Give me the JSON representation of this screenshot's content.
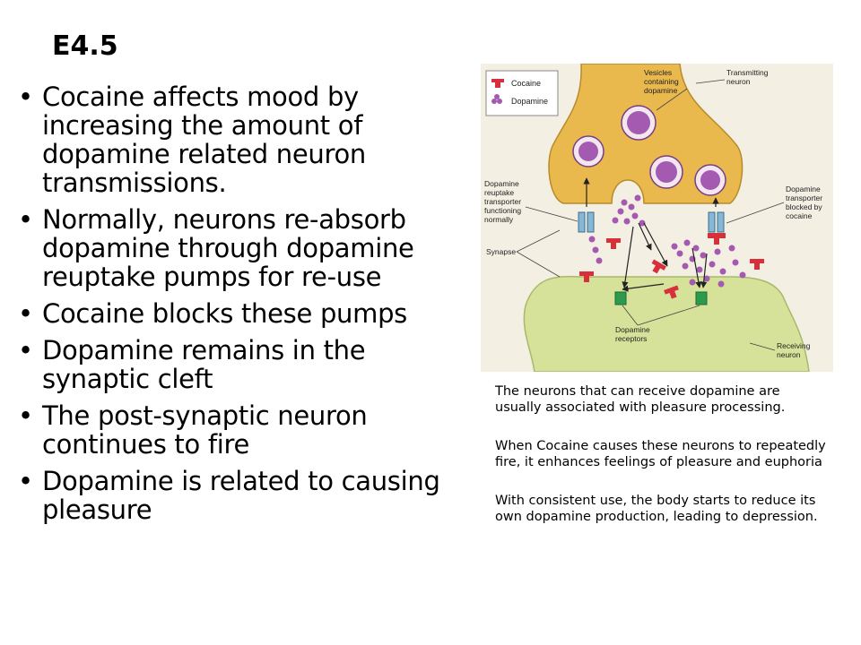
{
  "slide": {
    "title": "E4.5",
    "bullets": [
      "Cocaine affects mood by increasing the amount of dopamine related neuron transmissions.",
      "Normally, neurons re-absorb dopamine through dopamine reuptake pumps for re-use",
      "Cocaine blocks these pumps",
      "Dopamine remains in the synaptic cleft",
      "The post-synaptic neuron continues to fire",
      "Dopamine is related to causing pleasure"
    ],
    "notes": [
      "The neurons that can receive dopamine are usually associated with pleasure processing.",
      "When Cocaine causes these neurons to repeatedly fire, it enhances feelings of pleasure and euphoria",
      "With consistent use, the body starts to reduce its own dopamine production, leading to depression."
    ]
  },
  "diagram": {
    "legend": {
      "cocaine": "Cocaine",
      "dopamine": "Dopamine"
    },
    "labels": {
      "vesicles": [
        "Vesicles",
        "containing",
        "dopamine"
      ],
      "transmitting": [
        "Transmitting",
        "neuron"
      ],
      "reuptake_normal": [
        "Dopamine",
        "reuptake",
        "transporter",
        "functioning",
        "normally"
      ],
      "transporter_blocked": [
        "Dopamine",
        "transporter",
        "blocked by",
        "cocaine"
      ],
      "synapse": "Synapse",
      "receptors": [
        "Dopamine",
        "receptors"
      ],
      "receiving": [
        "Receiving",
        "neuron"
      ]
    },
    "colors": {
      "transmitting_neuron": "#eab94e",
      "receiving_neuron": "#d6e29a",
      "dopamine": "#a45ab0",
      "cocaine": "#d8303a",
      "transporter": "#86b8d6",
      "receptor": "#2e9a4c"
    }
  }
}
